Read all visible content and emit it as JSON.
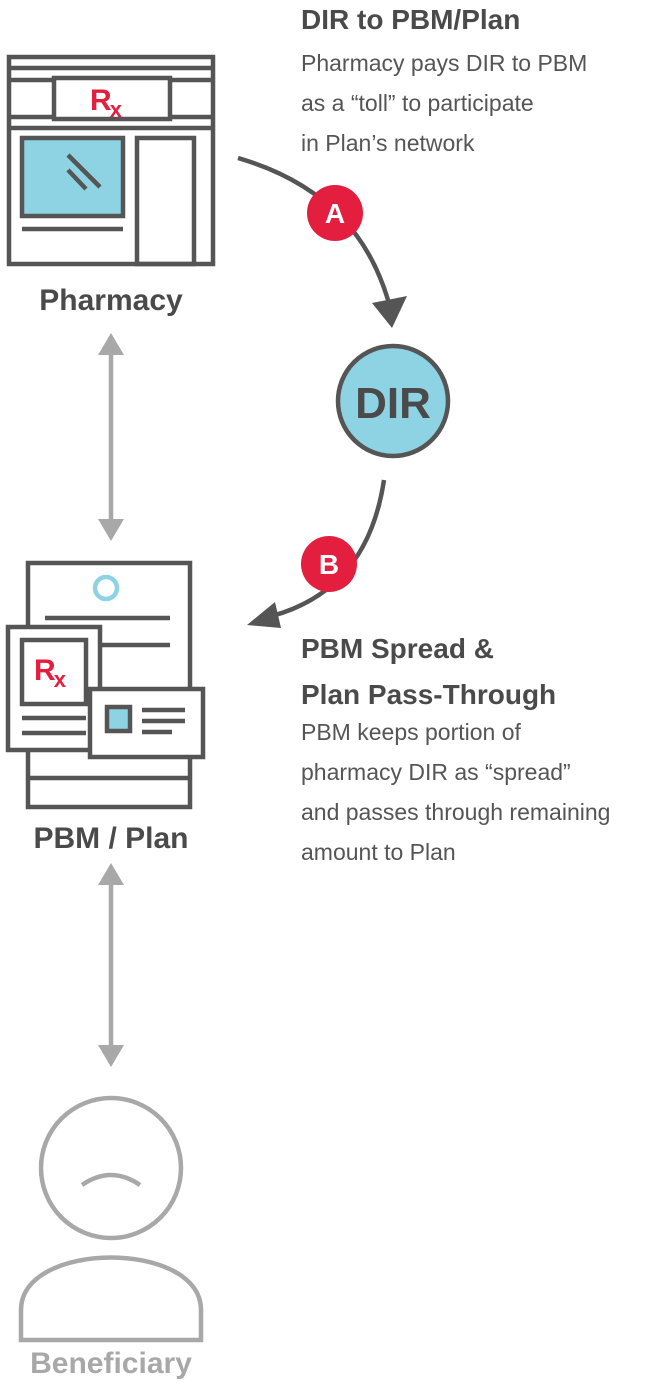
{
  "step_a": {
    "marker": "A",
    "title": "DIR to PBM/Plan",
    "lines": [
      "Pharmacy pays DIR to PBM",
      "as a “toll” to participate",
      "in Plan’s network"
    ]
  },
  "step_b": {
    "marker": "B",
    "title_lines": [
      "PBM Spread &",
      "Plan Pass-Through"
    ],
    "lines": [
      "PBM keeps portion of",
      "pharmacy DIR as “spread”",
      "and passes through remaining",
      "amount to Plan"
    ]
  },
  "dir_circle": {
    "label": "DIR"
  },
  "entities": {
    "pharmacy": {
      "label": "Pharmacy",
      "rx": "R",
      "rx_sub": "x",
      "icon": "pharmacy-storefront-icon"
    },
    "pbm_plan": {
      "label": "PBM / Plan",
      "rx": "R",
      "rx_sub": "x",
      "icon": "pbm-documents-icon"
    },
    "beneficiary": {
      "label": "Beneficiary",
      "icon": "person-icon"
    }
  },
  "colors": {
    "dark_gray": "#555555",
    "light_gray": "#a8a8a8",
    "red": "#e41e3f",
    "teal": "#8ed3e3"
  }
}
